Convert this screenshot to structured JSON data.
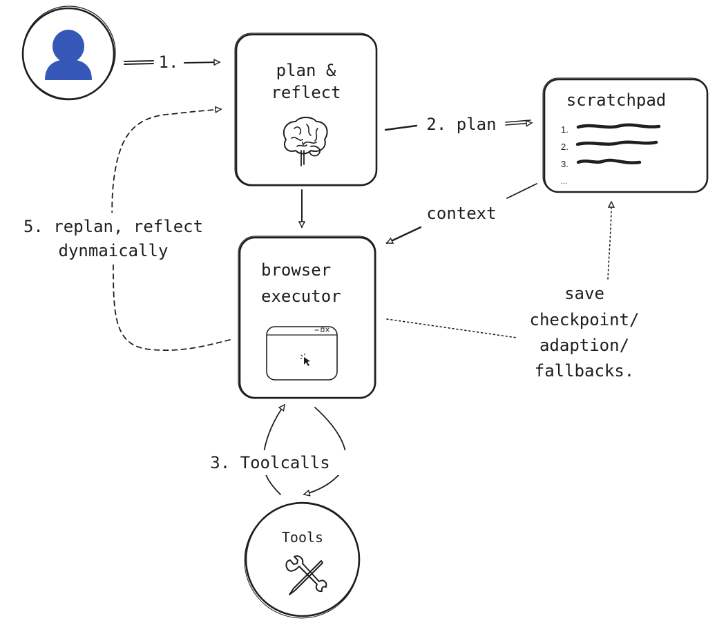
{
  "nodes": {
    "user": {
      "icon": "user-icon"
    },
    "plan_reflect": {
      "line1": "plan &",
      "line2": "reflect",
      "icon": "brain-icon"
    },
    "scratchpad": {
      "title": "scratchpad",
      "items": [
        "1.",
        "2.",
        "3.",
        "..."
      ]
    },
    "browser_executor": {
      "line1": "browser",
      "line2": "executor",
      "icon": "browser-window-icon"
    },
    "tools": {
      "label": "Tools",
      "icon": "wrench-screwdriver-icon"
    }
  },
  "edges": {
    "step1": "1.",
    "step2": "2. plan",
    "context": "context",
    "step3": "3. Toolcalls",
    "step5_line1": "5. replan, reflect",
    "step5_line2": "dynmaically",
    "save_line1": "save",
    "save_line2": "checkpoint/",
    "save_line3": "adaption/",
    "save_line4": "fallbacks."
  }
}
